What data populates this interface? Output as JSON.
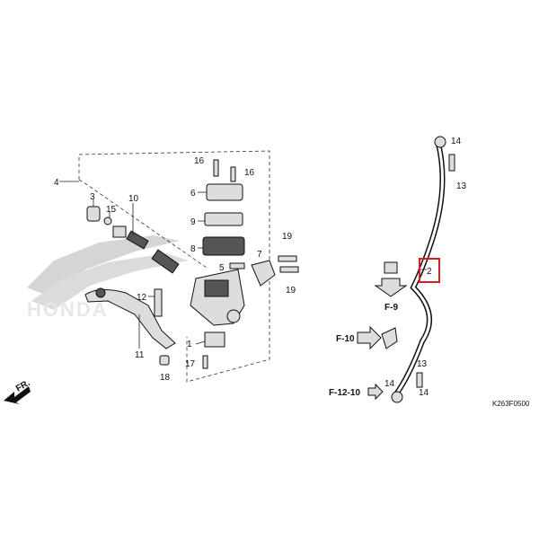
{
  "diagram": {
    "callouts": {
      "c1": "1",
      "c2": "2",
      "c3": "3",
      "c4": "4",
      "c5": "5",
      "c6": "6",
      "c7": "7",
      "c8": "8",
      "c9": "9",
      "c10": "10",
      "c11": "11",
      "c12": "12",
      "c13a": "13",
      "c13b": "13",
      "c14a": "14",
      "c14b": "14",
      "c14c": "14",
      "c15": "15",
      "c16a": "16",
      "c16b": "16",
      "c17": "17",
      "c18": "18",
      "c19a": "19",
      "c19b": "19"
    },
    "refs": {
      "f9": "F-9",
      "f10": "F-10",
      "f1210": "F-12-10"
    },
    "direction": "FR.",
    "watermark": "HONDA",
    "code": "K263F0500",
    "highlight_color": "#e01b1b"
  }
}
